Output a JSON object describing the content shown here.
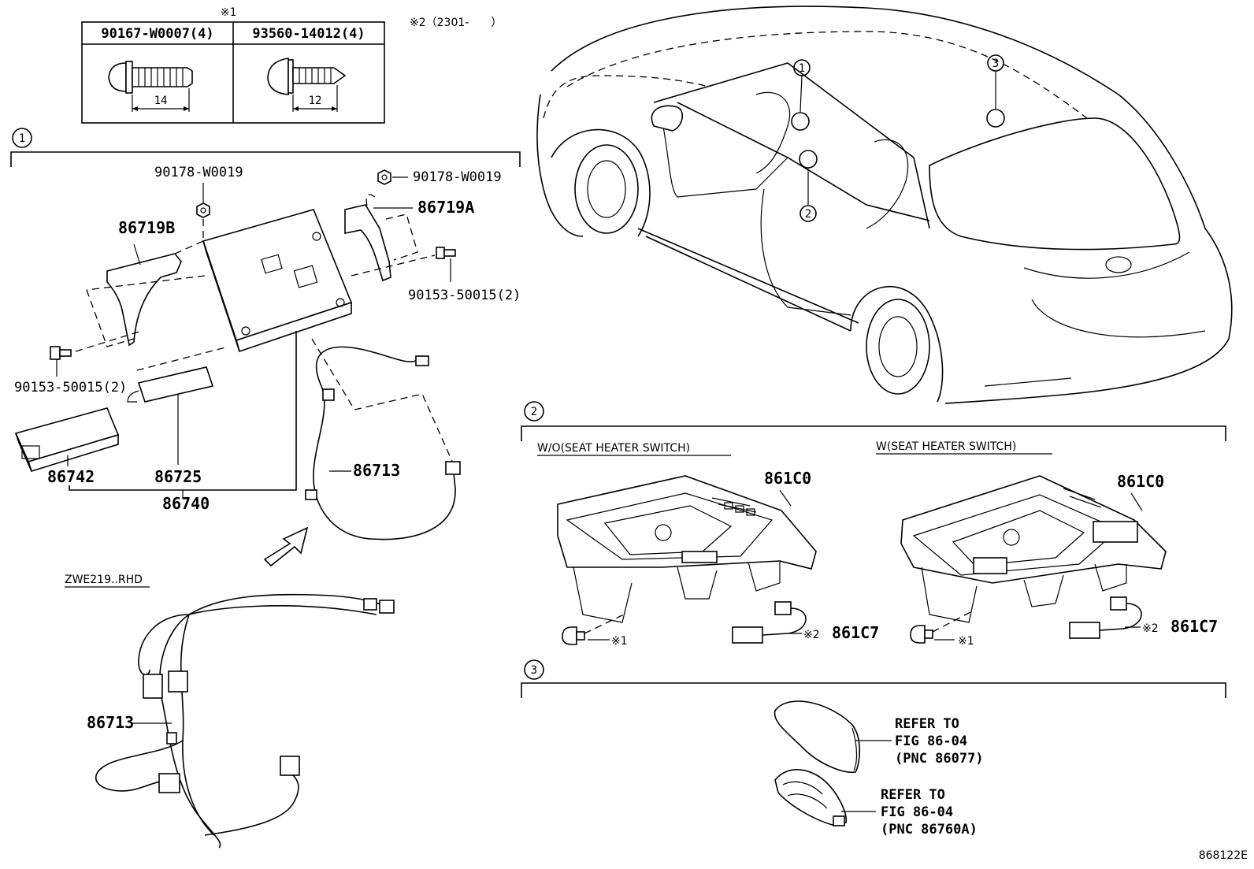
{
  "fastener_table": {
    "note_mark": "※1",
    "columns": [
      {
        "part_number": "90167-W0007(4)",
        "length": "14"
      },
      {
        "part_number": "93560-14012(4)",
        "length": "12"
      }
    ]
  },
  "date_note": "※2（2301-　　）",
  "section_1": {
    "marker": "1",
    "parts": {
      "nut_left": "90178-W0019",
      "nut_right": "90178-W0019",
      "bracket_b": "86719B",
      "bracket_a": "86719A",
      "bolt_right": "90153-50015(2)",
      "bolt_left": "90153-50015(2)",
      "wire_upper": "86713",
      "module_86742": "86742",
      "module_86725": "86725",
      "assembly": "86740",
      "wire_lower": "86713"
    },
    "variant_label": "ZWE219..RHD"
  },
  "vehicle_markers": [
    "1",
    "2",
    "3"
  ],
  "section_2": {
    "marker": "2",
    "left_label": "W/O(SEAT HEATER SWITCH)",
    "right_label": "W(SEAT HEATER SWITCH)",
    "left_charger": "861C0",
    "right_charger": "861C0",
    "left_screw_note": "※1",
    "right_screw_note": "※1",
    "left_harness_note": "※2",
    "right_harness_note": "※2",
    "left_harness": "861C7",
    "right_harness": "861C7"
  },
  "section_3": {
    "marker": "3",
    "ref_1": {
      "line1": "REFER TO",
      "line2": "FIG 86-04",
      "line3": "(PNC 86077)"
    },
    "ref_2": {
      "line1": "REFER TO",
      "line2": "FIG 86-04",
      "line3": "(PNC 86760A)"
    }
  },
  "figure_id": "868122E"
}
